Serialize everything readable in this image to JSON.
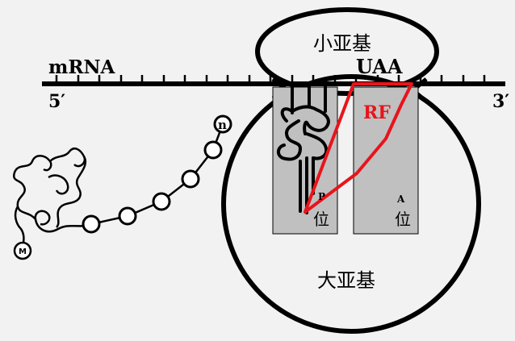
{
  "labels": {
    "small_subunit": "小亚基",
    "large_subunit": "大亚基",
    "mrna": "mRNA",
    "five_prime": "5′",
    "three_prime": "3′",
    "stop_codon": "UAA",
    "release_factor": "RF",
    "p_letter": "P",
    "p_site": "位",
    "a_letter": "A",
    "a_site": "位",
    "n_terminus": "n",
    "met": "M"
  },
  "colors": {
    "background": "#f2f2f2",
    "outline": "#000000",
    "site_fill": "#c0c0c0",
    "release_factor": "#e8141b"
  }
}
